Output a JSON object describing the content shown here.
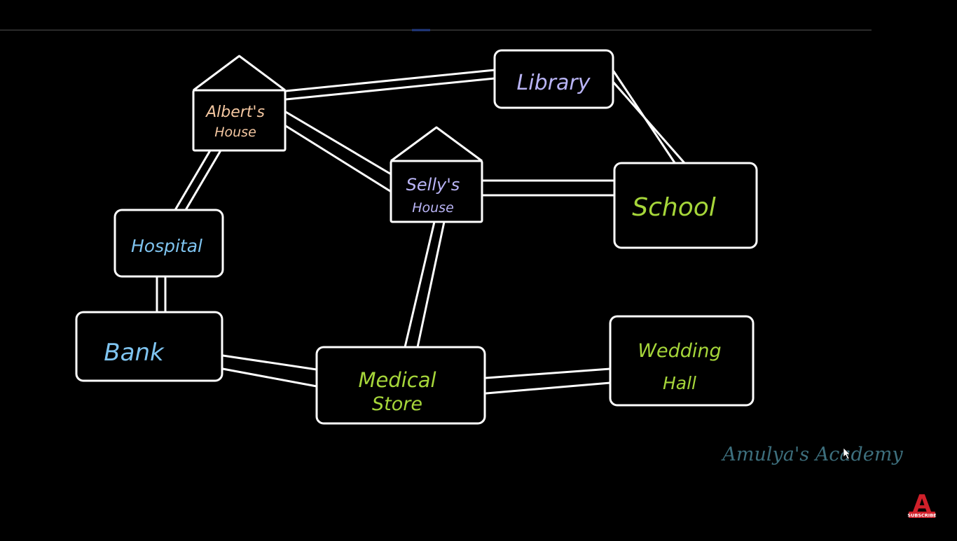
{
  "diagram": {
    "nodes": {
      "alberts_house": {
        "lines": [
          "Albert's",
          "House"
        ],
        "color": "#f4c7a1",
        "shape": "house"
      },
      "library": {
        "lines": [
          "Library"
        ],
        "color": "#b9b4f5",
        "shape": "box"
      },
      "sellys_house": {
        "lines": [
          "Selly's",
          "House"
        ],
        "color": "#b9b4f5",
        "shape": "house"
      },
      "school": {
        "lines": [
          "School"
        ],
        "color": "#a6d63a",
        "shape": "box"
      },
      "hospital": {
        "lines": [
          "Hospital"
        ],
        "color": "#7fc4f0",
        "shape": "box"
      },
      "bank": {
        "lines": [
          "Bank"
        ],
        "color": "#7fc4f0",
        "shape": "box"
      },
      "medical_store": {
        "lines": [
          "Medical",
          "Store"
        ],
        "color": "#a6d63a",
        "shape": "box"
      },
      "wedding_hall": {
        "lines": [
          "Wedding",
          "Hall"
        ],
        "color": "#a6d63a",
        "shape": "box"
      }
    },
    "roads": [
      {
        "from": "alberts_house",
        "to": "library"
      },
      {
        "from": "alberts_house",
        "to": "sellys_house"
      },
      {
        "from": "alberts_house",
        "to": "hospital"
      },
      {
        "from": "library",
        "to": "school"
      },
      {
        "from": "sellys_house",
        "to": "school"
      },
      {
        "from": "sellys_house",
        "to": "medical_store"
      },
      {
        "from": "hospital",
        "to": "bank"
      },
      {
        "from": "bank",
        "to": "medical_store"
      },
      {
        "from": "medical_store",
        "to": "wedding_hall"
      }
    ],
    "line_color": "#ffffff"
  },
  "watermark": {
    "text": "Amulya's Academy",
    "color": "#3d6f7d"
  },
  "subscribe_badge": {
    "letter": "A",
    "label": "SUBSCRIBE",
    "color": "#d0202a"
  }
}
